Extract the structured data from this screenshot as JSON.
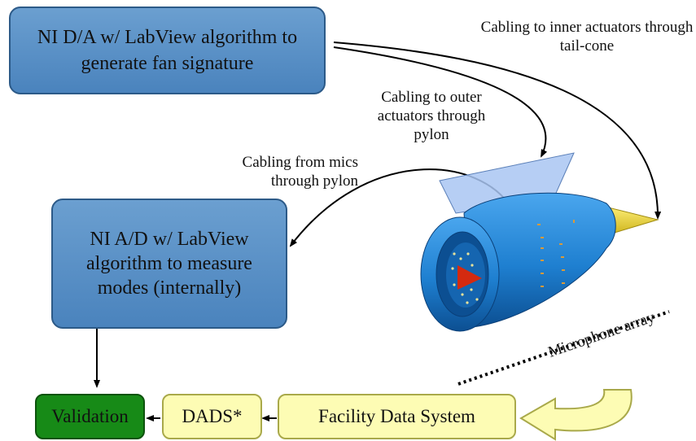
{
  "blocks": {
    "da": "NI D/A w/ LabView algorithm to generate fan signature",
    "ad": "NI A/D w/ LabView algorithm to measure modes (internally)",
    "validation": "Validation",
    "dads": "DADS*",
    "facility": "Facility Data System"
  },
  "labels": {
    "inner": "Cabling to inner actuators through tail-cone",
    "outer": "Cabling to outer actuators through pylon",
    "mics": "Cabling from mics through pylon",
    "mic_array": "Microphone array"
  },
  "colors": {
    "engine": "#1e7fd0",
    "tailcone": "#e6cf2a",
    "spinner": "#d42a10",
    "pylon": "#a9c6f2",
    "block_blue": "#5a90c6",
    "block_yellow": "#fdfcb4",
    "block_green": "#178a17"
  }
}
